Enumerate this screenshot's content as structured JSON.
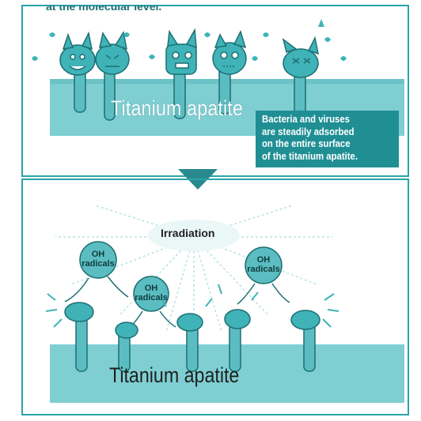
{
  "top_panel": {
    "cropped_heading": "at the molecular level.",
    "material_label": "Titanium apatite",
    "callout": "Bacteria and viruses\nare steadily adsorbed\non the entire surface\nof the titanium apatite."
  },
  "bottom_panel": {
    "irradiation_label": "Irradiation",
    "radical_labels": [
      {
        "line1": "OH",
        "line2": "radicals"
      },
      {
        "line1": "OH",
        "line2": "radicals"
      },
      {
        "line1": "OH",
        "line2": "radicals"
      }
    ],
    "material_label": "Titanium apatite"
  },
  "colors": {
    "frame": "#2aa4a8",
    "surface_block": "#7fcfd2",
    "microbe_teal": "#3fb3b7",
    "dark_teal": "#1d6f73",
    "callout_bg": "#1f8f94",
    "arrow": "#2a8a8e"
  }
}
